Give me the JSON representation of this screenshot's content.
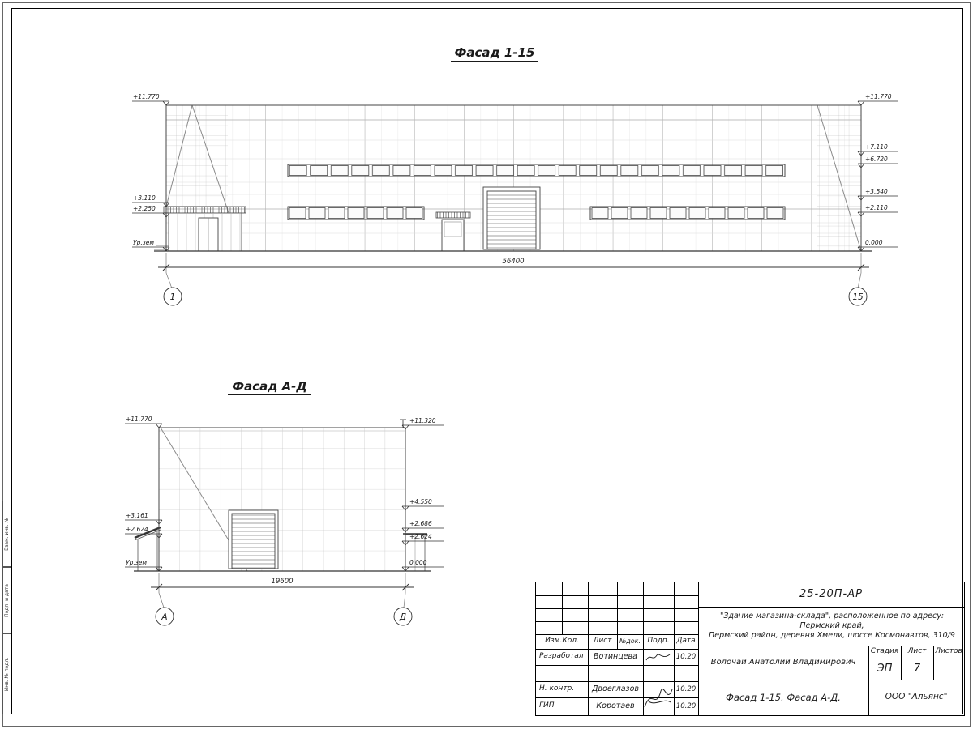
{
  "facade1": {
    "title": "Фасад 1-15",
    "dimension": "56400",
    "axis_left": "1",
    "axis_right": "15",
    "marks_left": [
      "+11.770",
      "+3.110",
      "+2.250",
      "Ур.зем"
    ],
    "marks_right": [
      "+11.770",
      "+7.110",
      "+6.720",
      "+3.540",
      "+2.110",
      "0.000"
    ]
  },
  "facade2": {
    "title": "Фасад А-Д",
    "dimension": "19600",
    "axis_left": "А",
    "axis_right": "Д",
    "marks_left": [
      "+11.770",
      "+3.161",
      "+2.624",
      "Ур.зем"
    ],
    "marks_right": [
      "+11.320",
      "+4.550",
      "+2.686",
      "+2.624",
      "0.000"
    ]
  },
  "titleblock": {
    "doc_code": "25-20П-АР",
    "project_line1": "\"Здание магазина-склада\", расположенное по адресу: Пермский край,",
    "project_line2": "Пермский район, деревня Хмели, шоссе Космонавтов, 310/9",
    "chief": "Волочай Анатолий Владимирович",
    "subject": "Фасад 1-15. Фасад А-Д.",
    "company": "ООО \"Альянс\"",
    "stage_label": "Стадия",
    "sheet_label": "Лист",
    "sheets_label": "Листов",
    "stage": "ЭП",
    "sheet_number": "7",
    "header": {
      "izm": "Изм.Кол.",
      "list": "Лист",
      "doc": "№док.",
      "sign": "Подп.",
      "date": "Дата"
    },
    "rows": [
      {
        "role": "Разработал",
        "name": "Вотинцева",
        "date": "10.20"
      },
      {
        "role": "Н. контр.",
        "name": "Двоеглазов",
        "date": "10.20"
      },
      {
        "role": "ГИП",
        "name": "Коротаев",
        "date": "10.20"
      }
    ]
  },
  "margin_boxes": [
    "Взам. инв. №",
    "Подп. и дата",
    "Инв. № подл."
  ],
  "ink_color": "#1a1a1a"
}
